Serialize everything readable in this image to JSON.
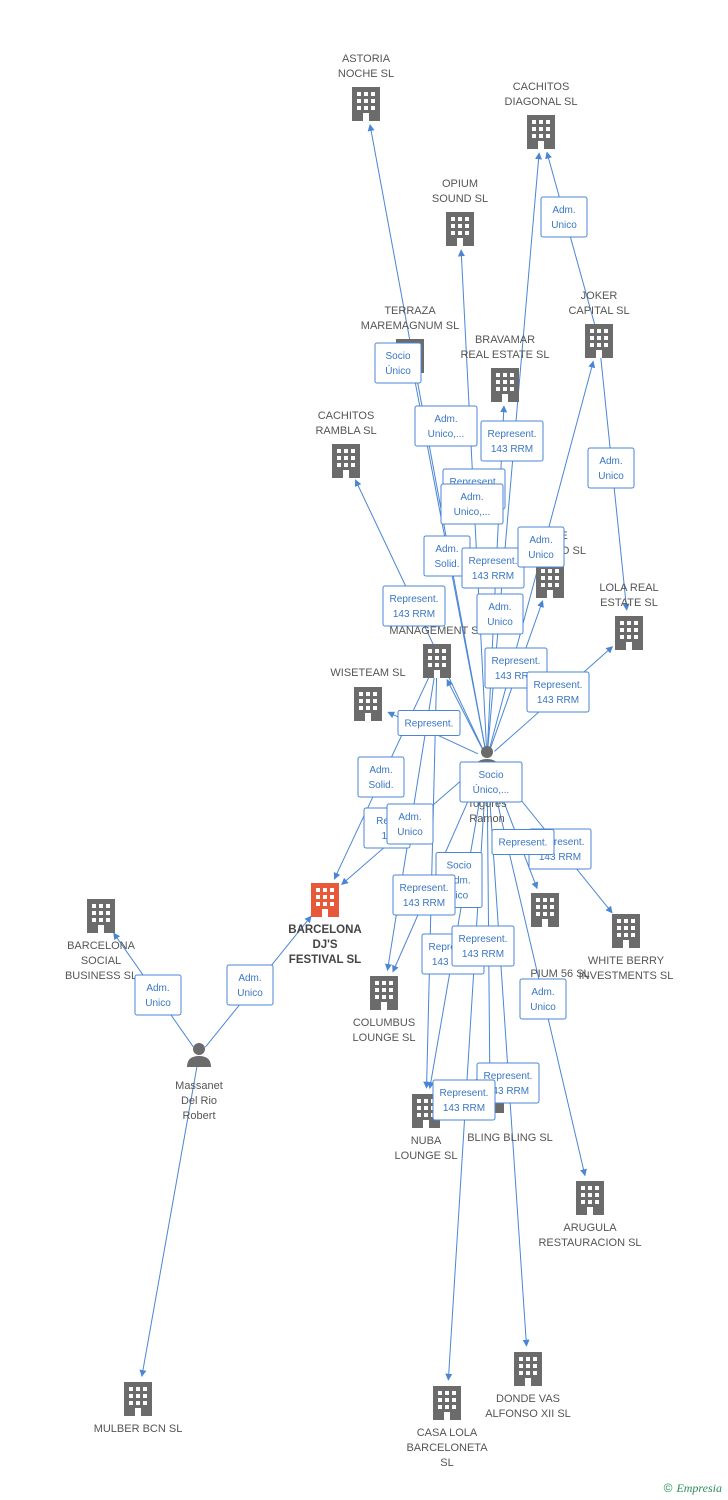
{
  "colors": {
    "edge": "#4a86d4",
    "building": "#6b6b6b",
    "main": "#e8593a",
    "person": "#6b6b6b"
  },
  "nodes": [
    {
      "id": "astoria",
      "kind": "company",
      "label": [
        "ASTORIA",
        "NOCHE SL"
      ]
    },
    {
      "id": "cachitos_diagonal",
      "kind": "company",
      "label": [
        "CACHITOS",
        "DIAGONAL  SL"
      ]
    },
    {
      "id": "opium_sound",
      "kind": "company",
      "label": [
        "OPIUM",
        "SOUND SL"
      ]
    },
    {
      "id": "terraza",
      "kind": "company",
      "label": [
        "TERRAZA",
        "MAREMAGNUM SL"
      ]
    },
    {
      "id": "bravamar",
      "kind": "company",
      "label": [
        "BRAVAMAR",
        "REAL ESTATE SL"
      ]
    },
    {
      "id": "joker",
      "kind": "company",
      "label": [
        "JOKER",
        "CAPITAL  SL"
      ]
    },
    {
      "id": "cachitos_rambla",
      "kind": "company",
      "label": [
        "CACHITOS",
        "RAMBLA SL"
      ]
    },
    {
      "id": "sotano",
      "kind": "company",
      "label": [
        "E",
        "SO      O SL"
      ]
    },
    {
      "id": "lola_real",
      "kind": "company",
      "label": [
        "LOLA REAL",
        "ESTATE  SL"
      ]
    },
    {
      "id": "management",
      "kind": "company",
      "label": [
        "MANAGEMENT SL"
      ]
    },
    {
      "id": "wiseteam",
      "kind": "company",
      "label": [
        "WISETEAM  SL"
      ]
    },
    {
      "id": "barcelona_djs",
      "kind": "main",
      "label": [
        "BARCELONA",
        "DJ'S",
        "FESTIVAL SL"
      ]
    },
    {
      "id": "barcelona_social",
      "kind": "company",
      "label": [
        "BARCELONA",
        "SOCIAL",
        "BUSINESS  SL"
      ]
    },
    {
      "id": "columbus",
      "kind": "company",
      "label": [
        "COLUMBUS",
        "LOUNGE  SL"
      ]
    },
    {
      "id": "opium56",
      "kind": "company",
      "label": [
        "PIUM 56  SL"
      ]
    },
    {
      "id": "white_berry",
      "kind": "company",
      "label": [
        "WHITE BERRY",
        "INVESTMENTS SL"
      ]
    },
    {
      "id": "nuba",
      "kind": "company",
      "label": [
        "NUBA",
        "LOUNGE SL"
      ]
    },
    {
      "id": "bling",
      "kind": "company",
      "label": [
        "BLING BLING  SL"
      ]
    },
    {
      "id": "arugula",
      "kind": "company",
      "label": [
        "ARUGULA",
        "RESTAURACION SL"
      ]
    },
    {
      "id": "casa_lola",
      "kind": "company",
      "label": [
        "CASA LOLA",
        "BARCELONETA",
        "SL"
      ]
    },
    {
      "id": "donde_vas",
      "kind": "company",
      "label": [
        "DONDE VAS",
        "ALFONSO XII SL"
      ]
    },
    {
      "id": "mulber",
      "kind": "company",
      "label": [
        "MULBER BCN  SL"
      ]
    },
    {
      "id": "tog",
      "kind": "person",
      "label": [
        "B",
        "Togores",
        "Ramon"
      ]
    },
    {
      "id": "massanet",
      "kind": "person",
      "label": [
        "Massanet",
        "Del Rio",
        "Robert"
      ]
    }
  ],
  "edges": [
    {
      "from": "tog",
      "to": "astoria"
    },
    {
      "from": "tog",
      "to": "cachitos_diagonal"
    },
    {
      "from": "joker",
      "to": "cachitos_diagonal"
    },
    {
      "from": "tog",
      "to": "opium_sound"
    },
    {
      "from": "tog",
      "to": "terraza"
    },
    {
      "from": "tog",
      "to": "bravamar"
    },
    {
      "from": "tog",
      "to": "joker"
    },
    {
      "from": "joker",
      "to": "lola_real"
    },
    {
      "from": "tog",
      "to": "cachitos_rambla"
    },
    {
      "from": "tog",
      "to": "sotano"
    },
    {
      "from": "tog",
      "to": "lola_real"
    },
    {
      "from": "tog",
      "to": "management"
    },
    {
      "from": "tog",
      "to": "wiseteam"
    },
    {
      "from": "tog",
      "to": "barcelona_djs"
    },
    {
      "from": "management",
      "to": "barcelona_djs"
    },
    {
      "from": "tog",
      "to": "columbus"
    },
    {
      "from": "management",
      "to": "columbus"
    },
    {
      "from": "tog",
      "to": "opium56"
    },
    {
      "from": "tog",
      "to": "white_berry"
    },
    {
      "from": "tog",
      "to": "nuba"
    },
    {
      "from": "management",
      "to": "nuba"
    },
    {
      "from": "tog",
      "to": "bling"
    },
    {
      "from": "tog",
      "to": "arugula"
    },
    {
      "from": "tog",
      "to": "casa_lola"
    },
    {
      "from": "tog",
      "to": "donde_vas"
    },
    {
      "from": "massanet",
      "to": "barcelona_djs"
    },
    {
      "from": "massanet",
      "to": "barcelona_social"
    },
    {
      "from": "massanet",
      "to": "mulber"
    }
  ],
  "relations": [
    {
      "id": "r1",
      "lines": [
        "Adm.",
        "Unico"
      ]
    },
    {
      "id": "r2",
      "lines": [
        "Socio",
        "Único"
      ]
    },
    {
      "id": "r3",
      "lines": [
        "Adm.",
        "Unico,..."
      ]
    },
    {
      "id": "r4",
      "lines": [
        "Represent.",
        "143 RRM"
      ]
    },
    {
      "id": "r5",
      "lines": [
        "Adm.",
        "Unico"
      ]
    },
    {
      "id": "r6",
      "lines": [
        "Represent.",
        "143 RRM"
      ]
    },
    {
      "id": "r7",
      "lines": [
        "Adm.",
        "Unico,..."
      ]
    },
    {
      "id": "r8",
      "lines": [
        "Adm.",
        "Solid."
      ]
    },
    {
      "id": "r9",
      "lines": [
        "Represent.",
        "143 RRM"
      ]
    },
    {
      "id": "r10",
      "lines": [
        "Adm.",
        "Unico"
      ]
    },
    {
      "id": "r11",
      "lines": [
        "Represent.",
        "143 RRM"
      ]
    },
    {
      "id": "r12",
      "lines": [
        "Adm.",
        "Unico"
      ]
    },
    {
      "id": "r13",
      "lines": [
        "Represent.",
        "143 RRM"
      ]
    },
    {
      "id": "r14",
      "lines": [
        "Represent.",
        "143 RRM"
      ]
    },
    {
      "id": "r15",
      "lines": [
        "Represent."
      ]
    },
    {
      "id": "r16",
      "lines": [
        "Adm.",
        "Solid."
      ]
    },
    {
      "id": "r17",
      "lines": [
        "Socio",
        "Único,..."
      ]
    },
    {
      "id": "r18",
      "lines": [
        "Repr",
        "14"
      ]
    },
    {
      "id": "r19",
      "lines": [
        "Adm.",
        "Unico"
      ]
    },
    {
      "id": "r20",
      "lines": [
        "Represent.",
        "143 RRM"
      ]
    },
    {
      "id": "r21",
      "lines": [
        "Represent."
      ]
    },
    {
      "id": "r22",
      "lines": [
        "Socio",
        "Adm.",
        "nico"
      ]
    },
    {
      "id": "r23",
      "lines": [
        "Represent.",
        "143 RRM"
      ]
    },
    {
      "id": "r24",
      "lines": [
        "Represent.",
        "143 RRM"
      ]
    },
    {
      "id": "r25",
      "lines": [
        "Represent.",
        "143 RRM"
      ]
    },
    {
      "id": "r26",
      "lines": [
        "Represent.",
        "143 RRM"
      ]
    },
    {
      "id": "r27",
      "lines": [
        "Represent.",
        "143 RRM"
      ]
    },
    {
      "id": "r28",
      "lines": [
        "Adm.",
        "Unico"
      ]
    },
    {
      "id": "r29",
      "lines": [
        "Adm.",
        "Unico"
      ]
    },
    {
      "id": "r30",
      "lines": [
        "Adm.",
        "Unico"
      ]
    }
  ],
  "copyright": {
    "symbol": "©",
    "brand": "Empresia"
  }
}
